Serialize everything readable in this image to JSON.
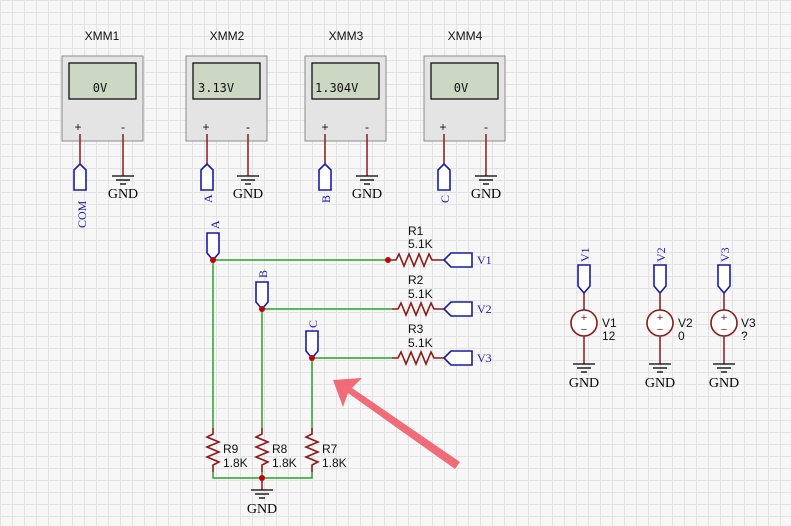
{
  "multimeters": [
    {
      "name": "XMM1",
      "display": "0V",
      "plus": "+",
      "minus": "-",
      "probe_net": "COM",
      "ground": "GND"
    },
    {
      "name": "XMM2",
      "display": "3.13V",
      "plus": "+",
      "minus": "-",
      "probe_net": "A",
      "ground": "GND"
    },
    {
      "name": "XMM3",
      "display": "1.304V",
      "plus": "+",
      "minus": "-",
      "probe_net": "B",
      "ground": "GND"
    },
    {
      "name": "XMM4",
      "display": "0V",
      "plus": "+",
      "minus": "-",
      "probe_net": "C",
      "ground": "GND"
    }
  ],
  "network": {
    "nets": [
      "A",
      "B",
      "C"
    ],
    "top_resistors": [
      {
        "ref": "R1",
        "value": "5.1K",
        "port": "V1"
      },
      {
        "ref": "R2",
        "value": "5.1K",
        "port": "V2"
      },
      {
        "ref": "R3",
        "value": "5.1K",
        "port": "V3"
      }
    ],
    "bottom_resistors": [
      {
        "ref": "R9",
        "value": "1.8K"
      },
      {
        "ref": "R8",
        "value": "1.8K"
      },
      {
        "ref": "R7",
        "value": "1.8K"
      }
    ],
    "ground": "GND"
  },
  "sources": [
    {
      "ref": "V1",
      "value": "12",
      "port": "V1",
      "ground": "GND"
    },
    {
      "ref": "V2",
      "value": "0",
      "port": "V2",
      "ground": "GND"
    },
    {
      "ref": "V3",
      "value": "?",
      "port": "V3",
      "ground": "GND"
    }
  ],
  "colors": {
    "wire": "#2ca02c",
    "component": "#8b1a1a",
    "port": "#1a1aa8",
    "junction": "#c00000",
    "arrow": "#f0606e"
  }
}
